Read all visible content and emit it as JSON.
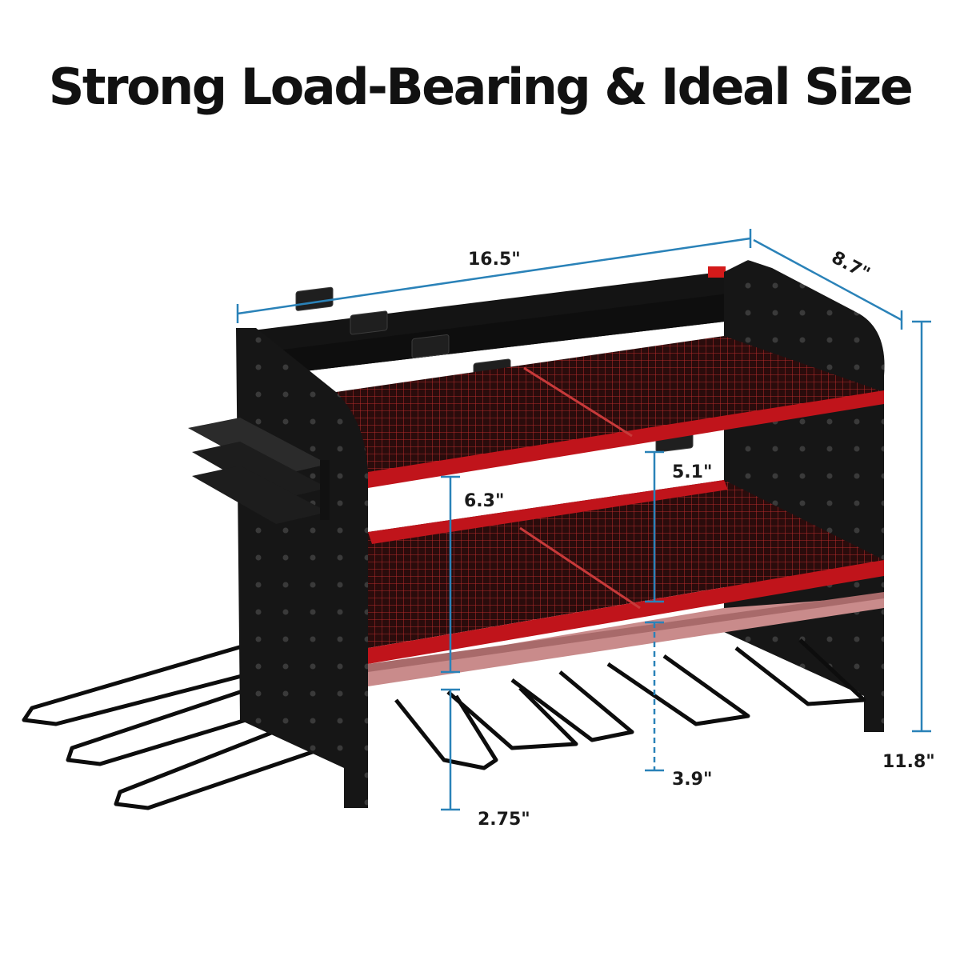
{
  "headline": "Strong Load-Bearing & Ideal Size",
  "dimensions": {
    "width": "16.5\"",
    "depth": "8.7\"",
    "height": "11.8\"",
    "shelf_gap_upper": "5.1\"",
    "shelf_gap_lower": "6.3\"",
    "hook_height": "3.9\"",
    "hook_spacing": "2.75\""
  },
  "colors": {
    "dimension_line": "#2a82b8",
    "shelf_red": "#c0141b",
    "frame_black": "#151515",
    "bottom_shelf_pink": "#c98b8b"
  },
  "product": {
    "outlet_count": 7,
    "features": [
      "power-strip",
      "power-switch",
      "mesh-shelves",
      "drill-hooks",
      "bit-holder",
      "pegboard-side-panels"
    ]
  }
}
